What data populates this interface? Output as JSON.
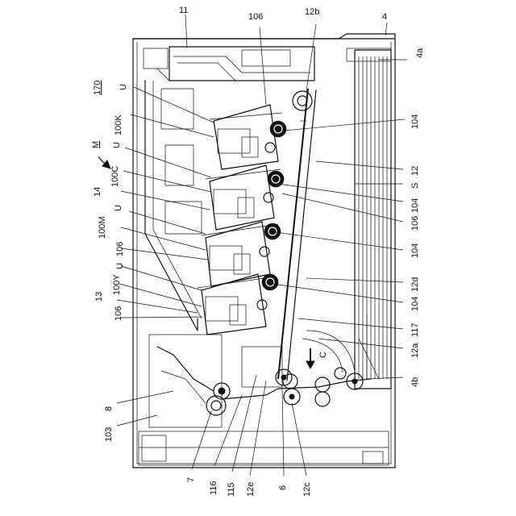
{
  "figure": {
    "labels": {
      "l11": "11",
      "l106_top": "106",
      "l12b": "12b",
      "l4": "4",
      "l4a": "4a",
      "l170": "170",
      "lU1": "U",
      "l100K": "100K",
      "lM": "M",
      "lU2": "U",
      "l100C": "100C",
      "l14": "14",
      "lU3": "U",
      "l100M": "100M",
      "l106_m": "106",
      "lU4": "U",
      "l100Y": "100Y",
      "l13": "13",
      "l106_y": "106",
      "l104_a": "104",
      "l12": "12",
      "lS": "S",
      "l104_b": "104",
      "l106_r": "106",
      "l104_c": "104",
      "l12d": "12d",
      "l104_d": "104",
      "l117": "117",
      "l12a": "12a",
      "lC": "C",
      "l4b": "4b",
      "l8": "8",
      "l103": "103",
      "l7": "7",
      "l116": "116",
      "l115": "115",
      "l12e": "12e",
      "l6": "6",
      "l12c": "12c"
    }
  }
}
